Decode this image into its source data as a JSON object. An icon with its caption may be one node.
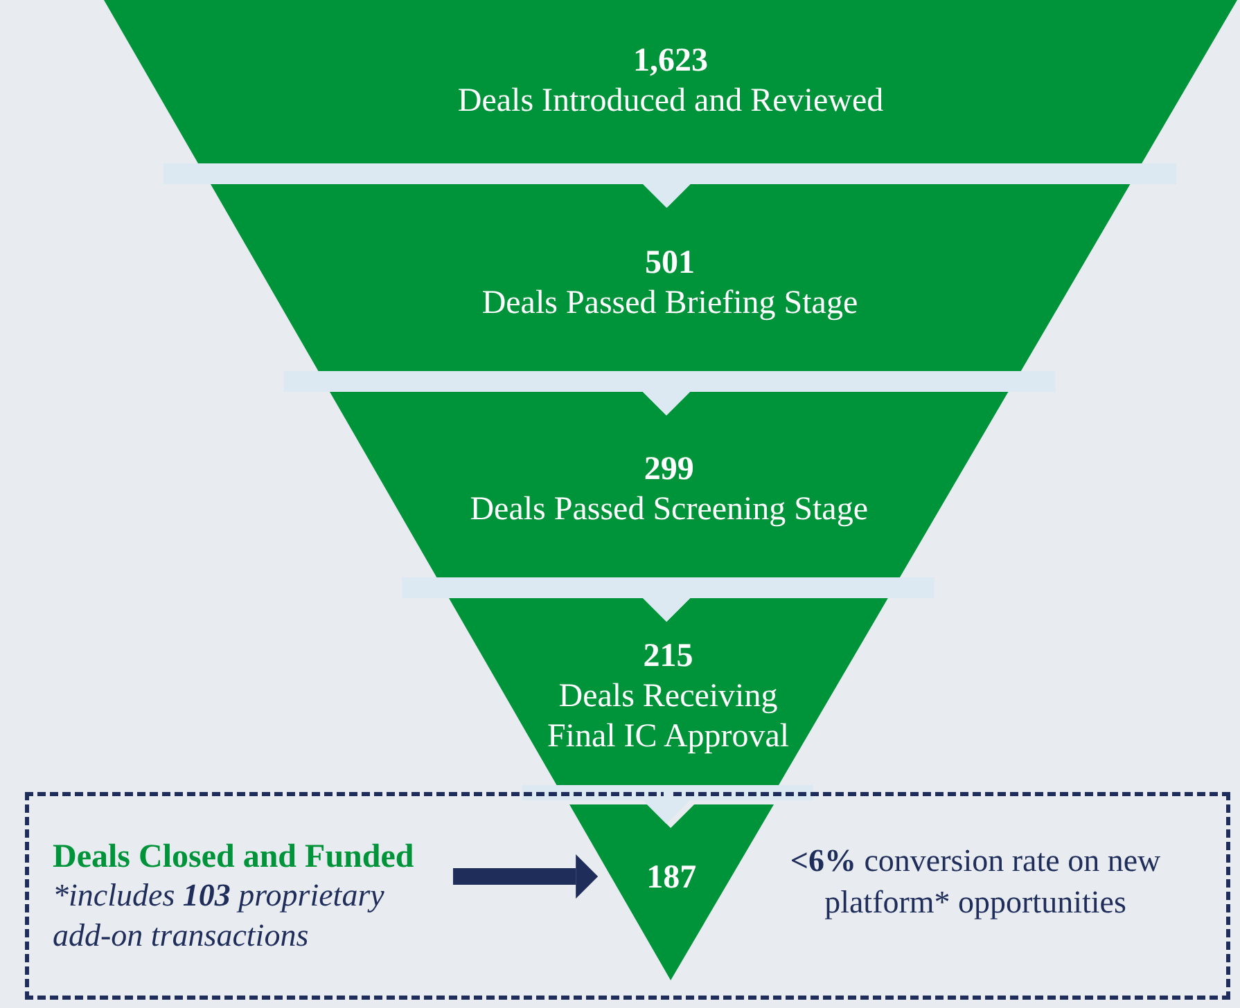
{
  "diagram": {
    "nodes": [
      {
        "text": [
          "1,623",
          "Deals Introduced and Reviewed"
        ]
      },
      {
        "text": [
          "501",
          "Deals Passed Briefing Stage"
        ]
      },
      {
        "text": [
          "299",
          "Deals Passed Screening Stage"
        ]
      },
      {
        "text": [
          "215",
          "Deals Receiving Final IC Approval"
        ]
      },
      {
        "text": [],
        "shape": "box"
      },
      {
        "text": [
          "Deals Closed and Funded",
          "*includes **103** proprietary add-on transactions"
        ],
        "in": 4
      },
      {
        "text": [
          "187"
        ],
        "in": 4
      },
      {
        "text": [
          "**<6%** conversion rate on new platform* opportunities"
        ],
        "in": 4
      }
    ],
    "edges": [
      {
        "from": 0,
        "to": 1,
        "arrow": "to"
      },
      {
        "from": 1,
        "to": 2,
        "arrow": "to"
      },
      {
        "from": 2,
        "to": 3,
        "arrow": "to"
      },
      {
        "from": 3,
        "to": 6,
        "arrow": "to"
      },
      {
        "from": 5,
        "to": 6,
        "arrow": "to",
        "style": "thick",
        "color": "#1f2d5a"
      }
    ]
  }
}
